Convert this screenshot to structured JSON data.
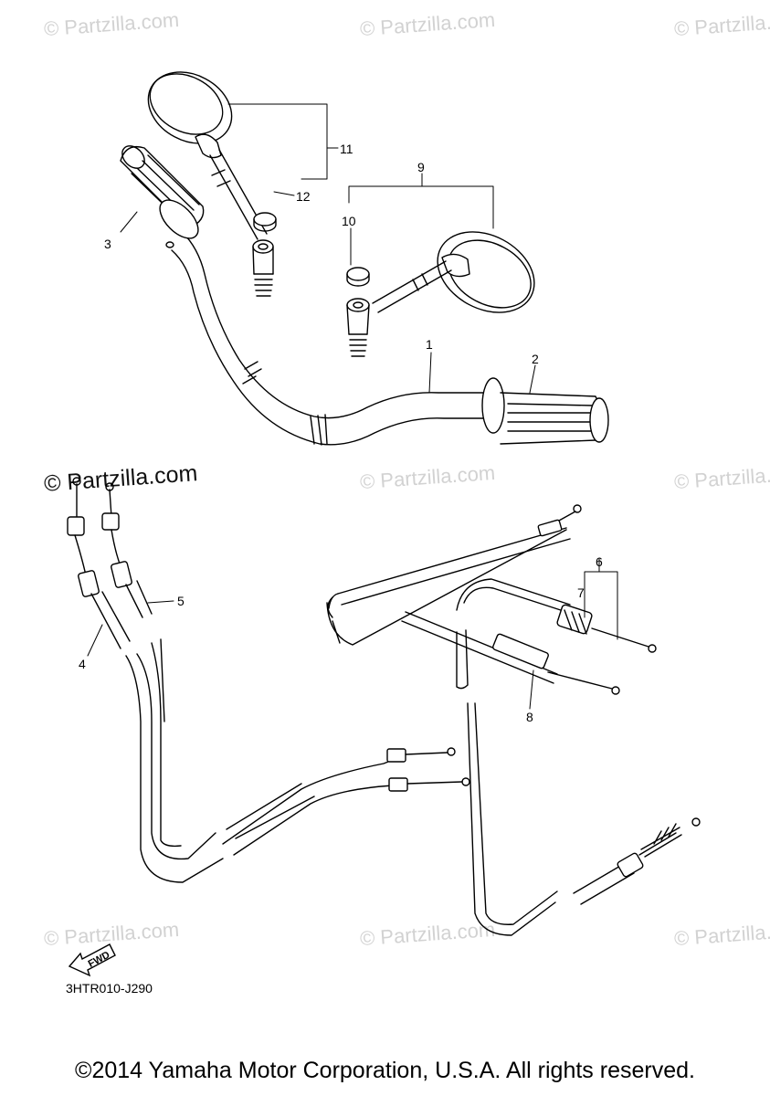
{
  "watermark": "© Partzilla.com",
  "diagram_code": "3HTR010-J290",
  "fwd_label": "FWD",
  "footer": "©2014 Yamaha Motor Corporation, U.S.A. All rights reserved.",
  "callouts": {
    "c1": "1",
    "c2": "2",
    "c3": "3",
    "c4": "4",
    "c5": "5",
    "c6": "6",
    "c7": "7",
    "c8": "8",
    "c9": "9",
    "c10": "10",
    "c11": "11",
    "c12": "12"
  }
}
